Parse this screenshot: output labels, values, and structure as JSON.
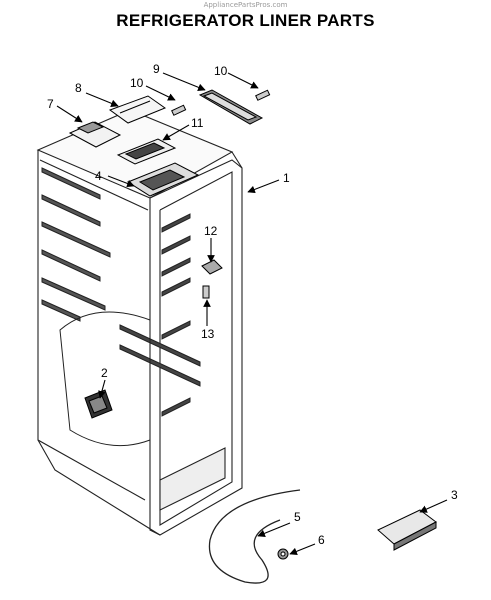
{
  "watermark": "AppliancePartsPros.com",
  "title": "REFRIGERATOR LINER PARTS",
  "callouts": [
    "1",
    "2",
    "3",
    "4",
    "5",
    "6",
    "7",
    "8",
    "9",
    "10",
    "10",
    "11",
    "12",
    "13"
  ]
}
